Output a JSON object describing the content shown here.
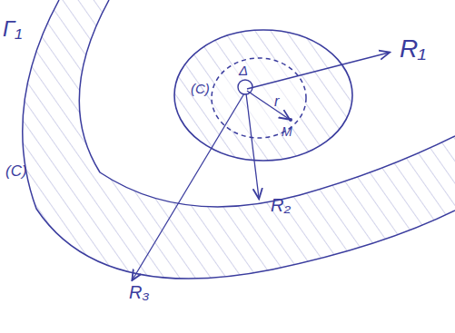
{
  "diagram": {
    "labels": [
      "Γ₁",
      "(C)",
      "R₁",
      "Δ",
      "(C)",
      "r",
      "M",
      "R₂",
      "R₃"
    ]
  }
}
